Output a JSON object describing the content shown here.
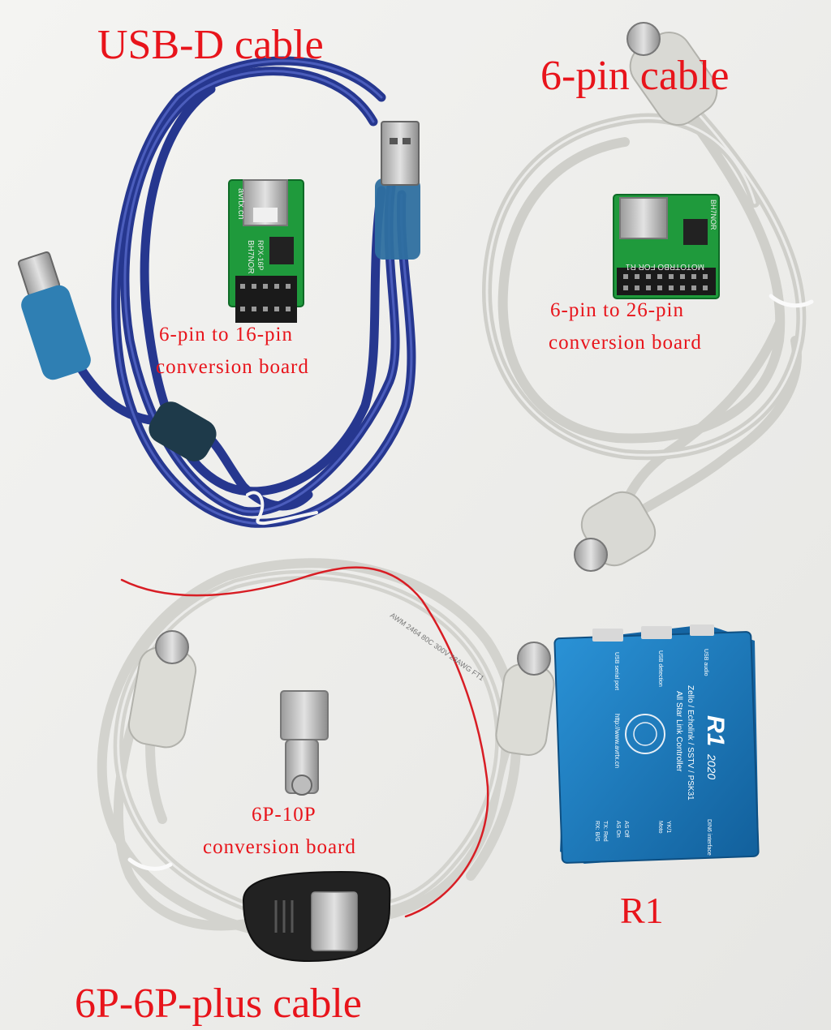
{
  "labels": {
    "usb_d_cable": "USB-D cable",
    "six_pin_cable": "6-pin cable",
    "board_16pin_line1": "6-pin to 16-pin",
    "board_16pin_line2": "conversion board",
    "board_26pin_line1": "6-pin to 26-pin",
    "board_26pin_line2": "conversion board",
    "board_6p10p_line1": "6P-10P",
    "board_6p10p_line2": "conversion board",
    "r1": "R1",
    "plus_cable": "6P-6P-plus cable"
  },
  "device": {
    "title": "R1",
    "year": "2020",
    "line1": "Zello / Echolink / SSTV / PSK31",
    "line2": "All Star Link Controller",
    "url": "http://www.avrtx.cn",
    "port_usb_audio": "USB audio",
    "port_usb_detection": "USB detection",
    "port_usb_serial": "USB serial port",
    "led_as_off": "AS Off",
    "led_as_on": "AS On",
    "led_tx": "TX: Red",
    "led_rx": "RX: B/G",
    "led_yk": "YK/1",
    "led_moto": "Moto",
    "din6": "DIN6 interface"
  },
  "boards": {
    "b16_brand": "avrtx.cn",
    "b16_name": "BH7NOR",
    "b16_model": "RPX-16P",
    "b26_name": "BH7NOR",
    "b26_model": "MOTOTRBO FOR R1"
  },
  "cable_print": "AWM 2464 80C 300V 28AWG FT1",
  "colors": {
    "label_red": "#e8141b",
    "usb_cable_blue": "#2d3f9e",
    "grey_cable": "#d5d5d0",
    "pcb_green": "#1f9a3c",
    "device_blue": "#1d7fc2",
    "background": "#efefed"
  }
}
